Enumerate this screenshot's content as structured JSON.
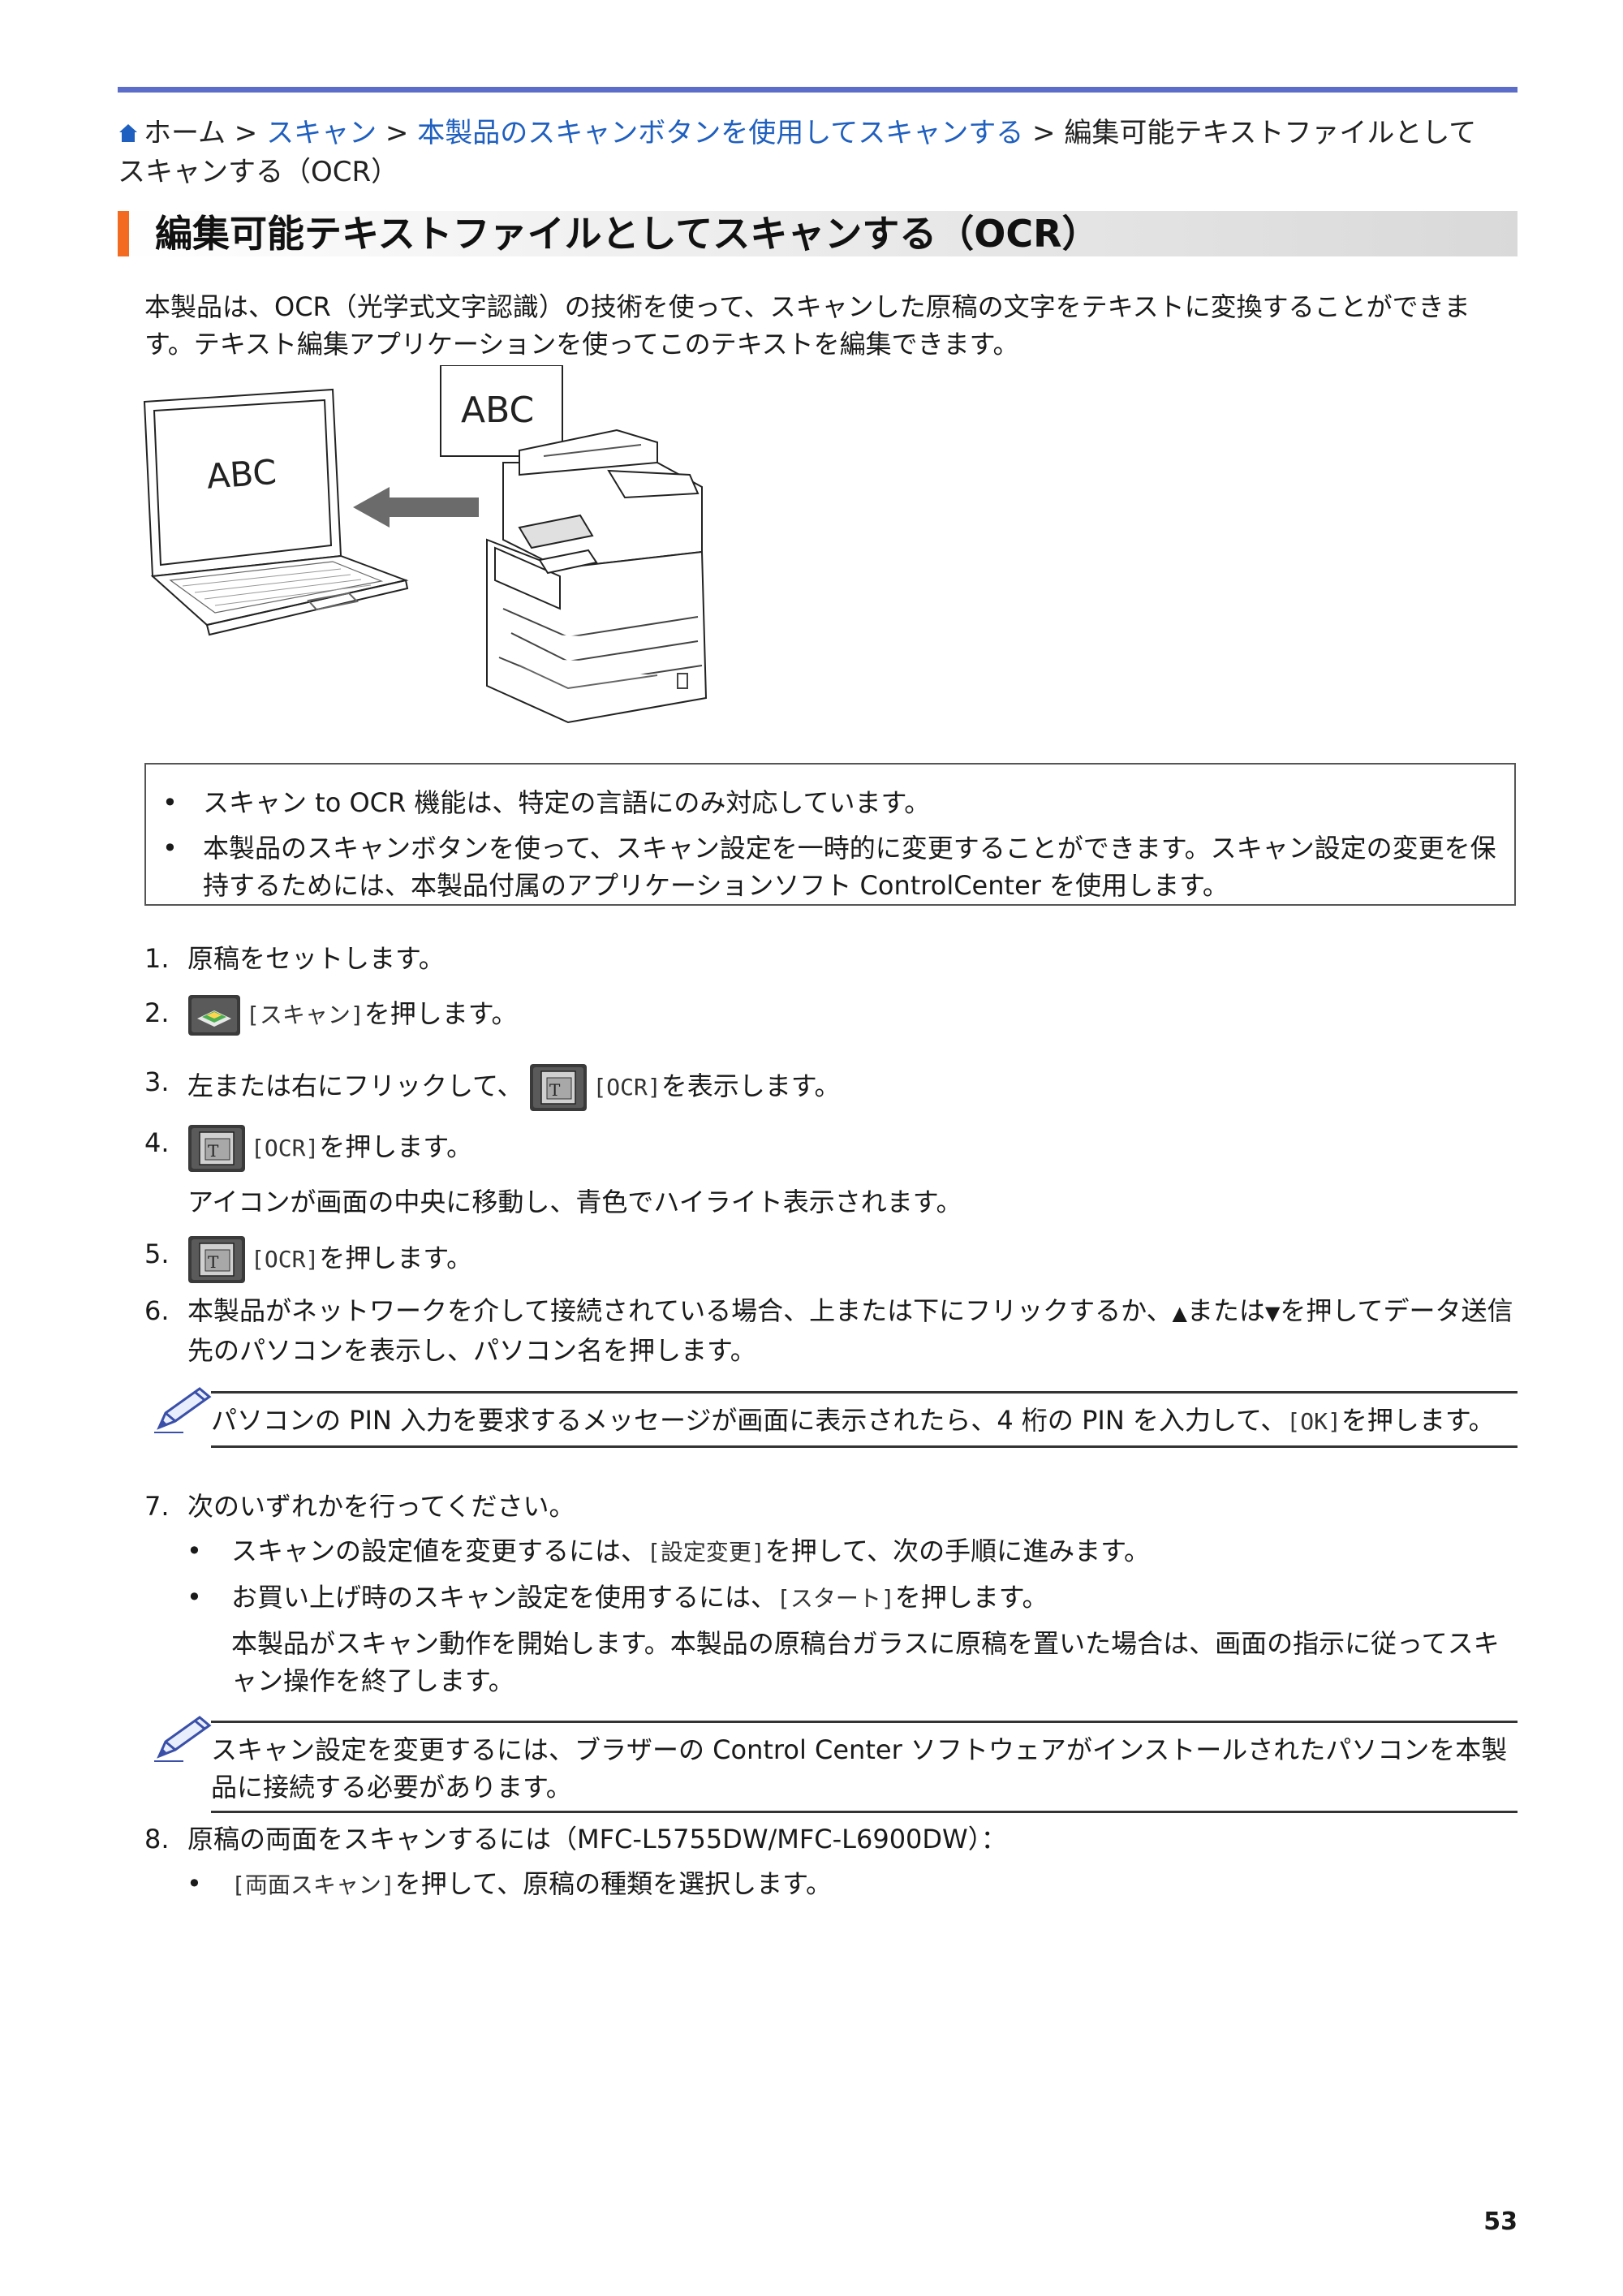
{
  "breadcrumb": {
    "home": "ホーム",
    "sep": ">",
    "link1": "スキャン",
    "link2": "本製品のスキャンボタンを使用してスキャンする",
    "current_line1": "編集可能テキストファイルとして",
    "current_line2": "スキャンする（OCR）"
  },
  "title": "編集可能テキストファイルとしてスキャンする（OCR）",
  "intro": "本製品は、OCR（光学式文字認識）の技術を使って、スキャンした原稿の文字をテキストに変換することができます。テキスト編集アプリケーションを使ってこのテキストを編集できます。",
  "illustration": {
    "doc_text": "ABC",
    "screen_text": "ABC"
  },
  "notes": [
    "スキャン to OCR 機能は、特定の言語にのみ対応しています。",
    "本製品のスキャンボタンを使って、スキャン設定を一時的に変更することができます。スキャン設定の変更を保持するためには、本製品付属のアプリケーションソフト ControlCenter を使用します。"
  ],
  "steps": {
    "s1": {
      "num": "1.",
      "text": "原稿をセットします。"
    },
    "s2": {
      "num": "2.",
      "code": "[スキャン]",
      "text": "を押します。"
    },
    "s3": {
      "num": "3.",
      "pre": "左または右にフリックして、",
      "code": "[OCR]",
      "text": "を表示します。"
    },
    "s4": {
      "num": "4.",
      "code": "[OCR]",
      "text": "を押します。",
      "sub": "アイコンが画面の中央に移動し、青色でハイライト表示されます。"
    },
    "s5": {
      "num": "5.",
      "code": "[OCR]",
      "text": "を押します。"
    },
    "s6": {
      "num": "6.",
      "a": "本製品がネットワークを介して接続されている場合、上または下にフリックするか、",
      "up": "▲",
      "mid": "または",
      "down": "▼",
      "b": "を押してデータ送信先のパソコンを表示し、パソコン名を押します。"
    },
    "s7": {
      "num": "7.",
      "text": "次のいずれかを行ってください。"
    },
    "s8": {
      "num": "8.",
      "text": "原稿の両面をスキャンするには（MFC-L5755DW/MFC-L6900DW）："
    }
  },
  "hint1": {
    "a": "パソコンの PIN 入力を要求するメッセージが画面に表示されたら、4 桁の PIN を入力して、",
    "code": "[OK]",
    "b": "を押します。"
  },
  "step7_bullets": [
    {
      "pre": "スキャンの設定値を変更するには、",
      "code": "[設定変更]",
      "post": "を押して、次の手順に進みます。"
    },
    {
      "pre": "お買い上げ時のスキャン設定を使用するには、",
      "code": "[スタート]",
      "post": "を押します。"
    }
  ],
  "step7_sub": "本製品がスキャン動作を開始します。本製品の原稿台ガラスに原稿を置いた場合は、画面の指示に従ってスキャン操作を終了します。",
  "hint2": "スキャン設定を変更するには、ブラザーの Control Center ソフトウェアがインストールされたパソコンを本製品に接続する必要があります。",
  "step8_bullet": {
    "dot": "•",
    "code": "[両面スキャン]",
    "post": "を押して、原稿の種類を選択します。"
  },
  "bullet_symbol": "•",
  "page_number": "53",
  "colors": {
    "link": "#1f5fbf",
    "accent": "#f26b21",
    "rule": "#5b6cc9"
  }
}
